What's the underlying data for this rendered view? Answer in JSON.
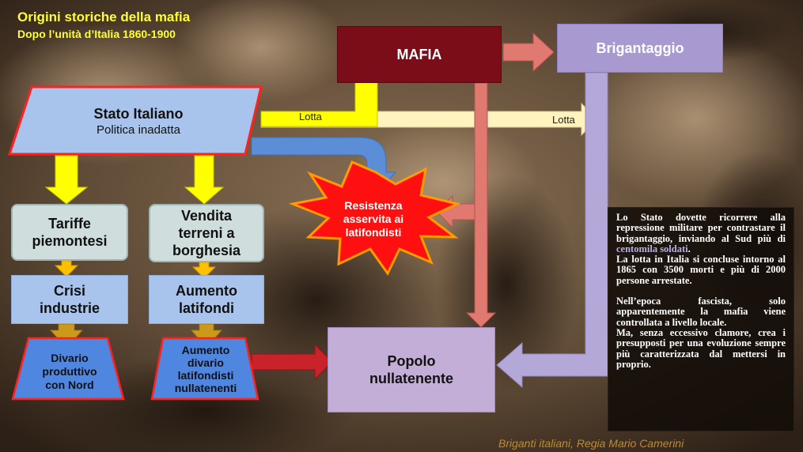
{
  "title": "Origini storiche della mafia",
  "subtitle": "Dopo l’unità d’Italia 1860-1900",
  "nodes": {
    "stato": {
      "title": "Stato Italiano",
      "subtitle": "Politica inadatta"
    },
    "mafia": "MAFIA",
    "brigantaggio": "Brigantaggio",
    "resistenza": [
      "Resistenza",
      "asservita ai",
      "latifondisti"
    ],
    "tariffe": [
      "Tariffe",
      "piemontesi"
    ],
    "vendita": [
      "Vendita",
      "terreni a",
      "borghesia"
    ],
    "crisi": [
      "Crisi",
      "industrie"
    ],
    "aumento_latifondi": [
      "Aumento",
      "latifondi"
    ],
    "divario": [
      "Divario",
      "produttivo",
      "con Nord"
    ],
    "aumento_divario": [
      "Aumento",
      "divario",
      "latifondisti",
      "nullatenenti"
    ],
    "popolo": [
      "Popolo",
      "nullatenente"
    ]
  },
  "edge_labels": {
    "lotta_mafia": "Lotta",
    "lotta_brig": "Lotta"
  },
  "side_text": {
    "p1_before": "Lo Stato dovette ricorrere alla repressione militare per contrastare il brigantaggio, inviando al Sud più di",
    "p1_highlight": "centomila soldati",
    "p1_after": ".",
    "p2": "La lotta in Italia si concluse intorno al 1865 con 3500 morti e più di 2000 persone arrestate.",
    "p3": "Nell’epoca fascista, solo apparentemente la mafia viene controllata a livello locale.",
    "p4": "Ma, senza eccessivo clamore, crea i presupposti per una evoluzione sempre più caratterizzata dal mettersi in proprio."
  },
  "credit": "Briganti italiani, Regia Mario Camerini",
  "colors": {
    "title": "#ffff33",
    "mafia": "#7b0d18",
    "brigantaggio": "#a89ad0",
    "popolo": "#c2aed6",
    "stato": "#a8c4ec",
    "arrow_yellow": "#ffff00",
    "arrow_pale": "#fff3c0",
    "arrow_red": "#c8222a",
    "arrow_salmon": "#e07a70",
    "arrow_lavender": "#b4a8d8",
    "arrow_blue": "#5b8ed6",
    "arrow_gold": "#cc9a1a",
    "star": "#ff1010"
  }
}
